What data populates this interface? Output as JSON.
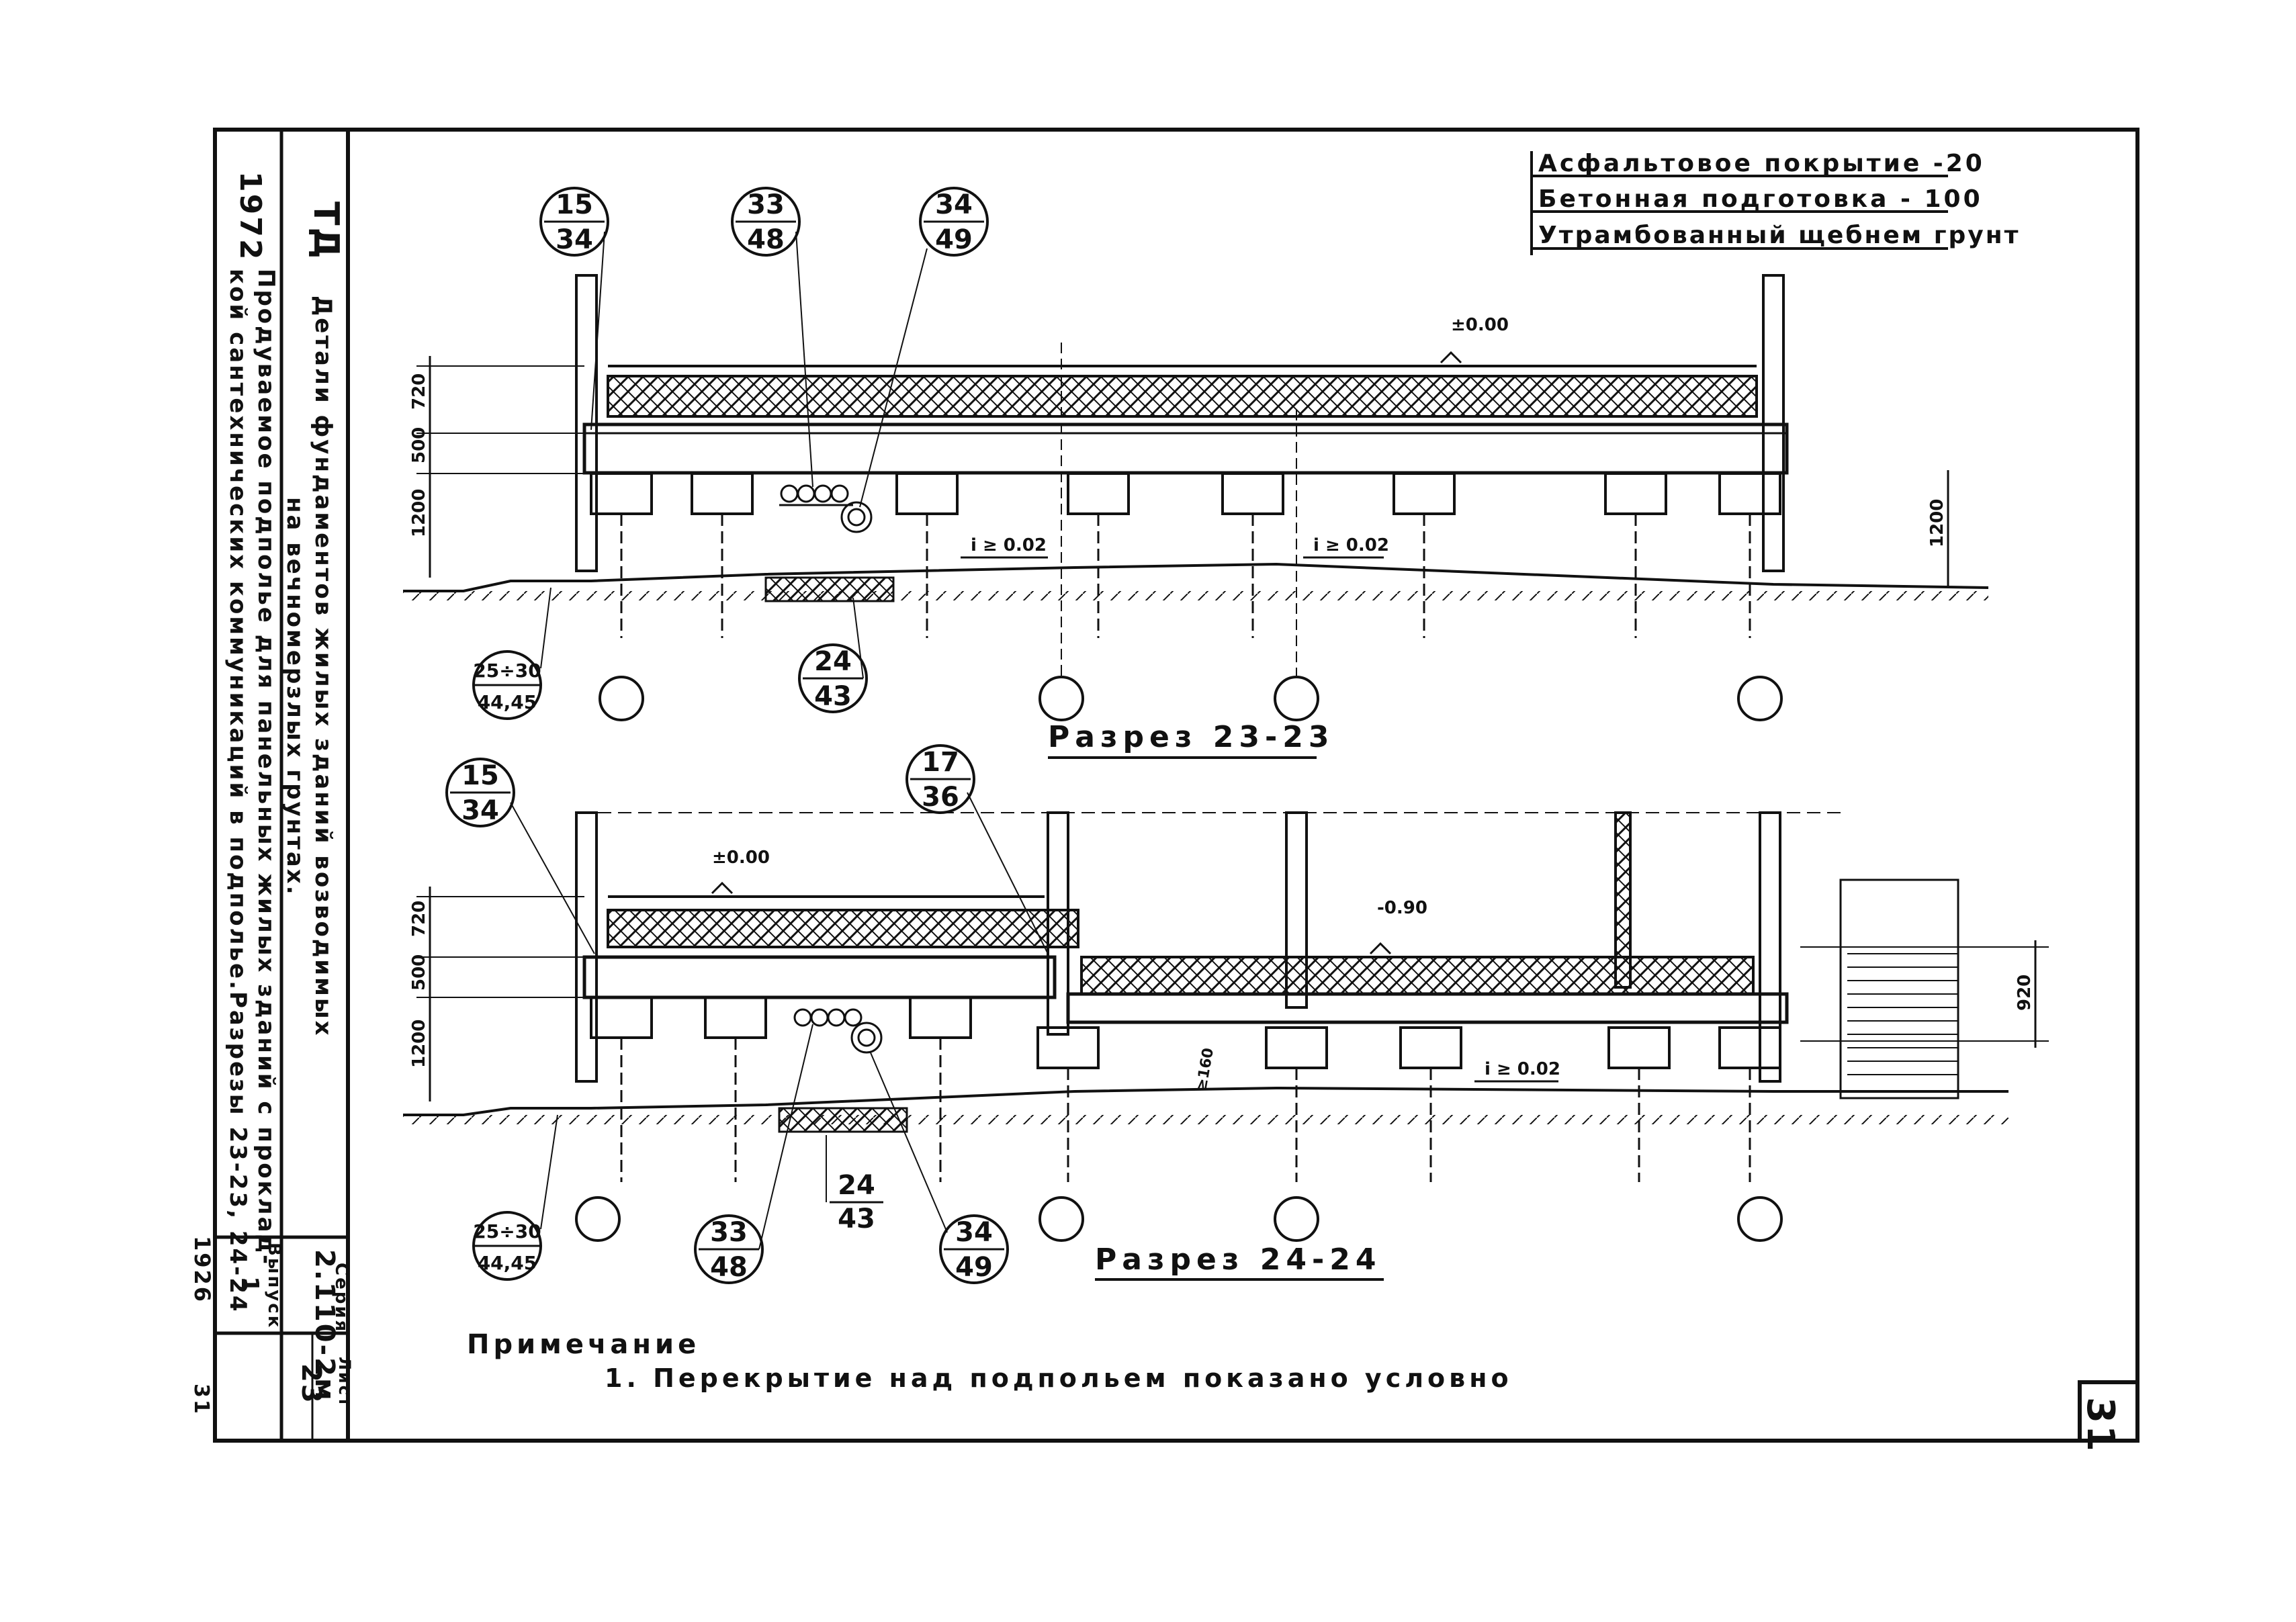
{
  "title_block": {
    "td": "ТД",
    "year": "1972",
    "title_line1": "Детали фундаментов жилых зданий возводимых",
    "title_line2": "на вечномерзлых грунтах.",
    "desc_line1": "Продуваемое подполье для панельных жилых зданий с проклад-",
    "desc_line2": "кой сантехнических коммуникаций в подполье.Разрезы 23-23, 24-24",
    "seria_label": "Серия",
    "seria_value": "2.110-2м",
    "vypusk_label": "Выпуск",
    "vypusk_value": "1",
    "list_label": "Лист",
    "list_value": "23",
    "stamp_code": "1926",
    "page_small": "31"
  },
  "legend": {
    "line1": "Асфальтовое покрытие -20",
    "line2": "Бетонная подготовка  - 100",
    "line3": "Утрамбованный щебнем грунт"
  },
  "section1": {
    "title": "Разрез 23-23",
    "level_zero": "±0.00",
    "dim_720": "720",
    "dim_500": "500",
    "dim_1200_left": "1200",
    "dim_1200_right": "1200",
    "slope1": "i ≥ 0.02",
    "slope2": "i ≥ 0.02",
    "callouts": [
      {
        "top": "15",
        "bottom": "34"
      },
      {
        "top": "33",
        "bottom": "48"
      },
      {
        "top": "34",
        "bottom": "49"
      },
      {
        "top": "25÷30",
        "bottom": "44,45"
      },
      {
        "top": "24",
        "bottom": "43"
      }
    ]
  },
  "section2": {
    "title": "Разрез 24-24",
    "level_zero": "±0.00",
    "level_minus": "-0.90",
    "dim_720": "720",
    "dim_500": "500",
    "dim_1200": "1200",
    "dim_920": "920",
    "dim_160": "≥160",
    "slope": "i ≥ 0.02",
    "callouts": [
      {
        "top": "15",
        "bottom": "34"
      },
      {
        "top": "17",
        "bottom": "36"
      },
      {
        "top": "25÷30",
        "bottom": "44,45"
      },
      {
        "top": "24",
        "bottom": "43"
      },
      {
        "top": "33",
        "bottom": "48"
      },
      {
        "top": "34",
        "bottom": "49"
      }
    ]
  },
  "note": {
    "heading": "Примечание",
    "text": "1. Перекрытие над подпольем показано условно"
  },
  "sheet_number": "31"
}
